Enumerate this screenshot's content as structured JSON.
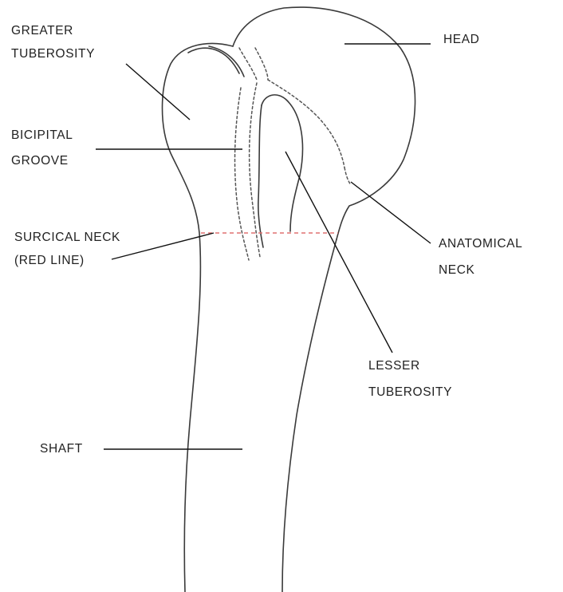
{
  "labels": {
    "greater_tuberosity": [
      "GREATER",
      "TUBEROSITY"
    ],
    "head": "HEAD",
    "bicipital_groove": [
      "BICIPITAL",
      "GROOVE"
    ],
    "surgical_neck": [
      "SURCICAL NECK",
      "(RED LINE)"
    ],
    "anatomical_neck": [
      "ANATOMICAL",
      "NECK"
    ],
    "lesser_tuberosity": [
      "LESSER",
      "TUBEROSITY"
    ],
    "shaft": "SHAFT"
  },
  "colors": {
    "outline": "#3a3a3a",
    "surgical_neck_line": "#e07070",
    "text": "#222222"
  }
}
